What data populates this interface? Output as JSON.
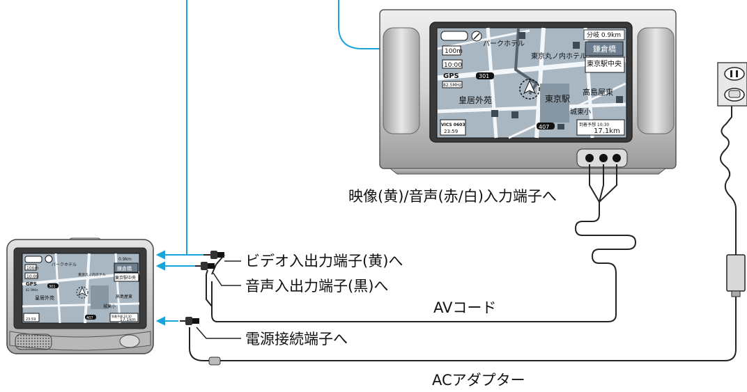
{
  "colors": {
    "blue_wire": "#1aa3d9",
    "black_wire": "#222222",
    "screen_map": "#a9b7c3",
    "road": "#f4f7fa",
    "casing": "#c8c8c8"
  },
  "labels": {
    "tv_input": "映像(黄)/音声(赤/白)入力端子へ",
    "video_io": "ビデオ入出力端子(黄)へ",
    "audio_io": "音声入出力端子(黒)へ",
    "av_cord": "AVコード",
    "power_jack": "電源接続端子へ",
    "ac_adapter": "ACアダプター"
  },
  "tv_screen": {
    "scale": "100m",
    "clock_box": "10:00",
    "gps": "GPS",
    "fm": "82.5MHz",
    "route_301": "301",
    "route_407": "407",
    "distance_top": "分岐 0.9km",
    "next_turn": "鎌倉橋",
    "destination": "東京駅中央",
    "hotel_1": "パークホテル",
    "hotel_2": "東京丸ノ内ホテル",
    "place_imperial": "皇居外苑",
    "place_station": "東京駅",
    "place_takashimaya": "高島屋東",
    "place_school": "城東小",
    "vics": "VICS 0603",
    "time_bottom": "23:59",
    "arrival_label": "到着予想 10:30",
    "remaining": "17.1km"
  },
  "nav_screen": {
    "scale": "100m",
    "clock_box": "10:00",
    "gps": "GPS",
    "fm": "82.5MHz",
    "route_301": "301",
    "route_407": "407",
    "distance_top": "0.9km",
    "next_turn": "鎌倉橋",
    "destination": "東京駅中央",
    "hotel_1": "パークホテル",
    "hotel_2": "東京丸ノ内ホテル",
    "place_imperial": "皇居外苑",
    "place_takashimaya": "高島屋東",
    "place_school": "城東小",
    "time_bottom": "23:59",
    "arrival_label": "到着予想 10:30",
    "remaining": "17.1km"
  }
}
